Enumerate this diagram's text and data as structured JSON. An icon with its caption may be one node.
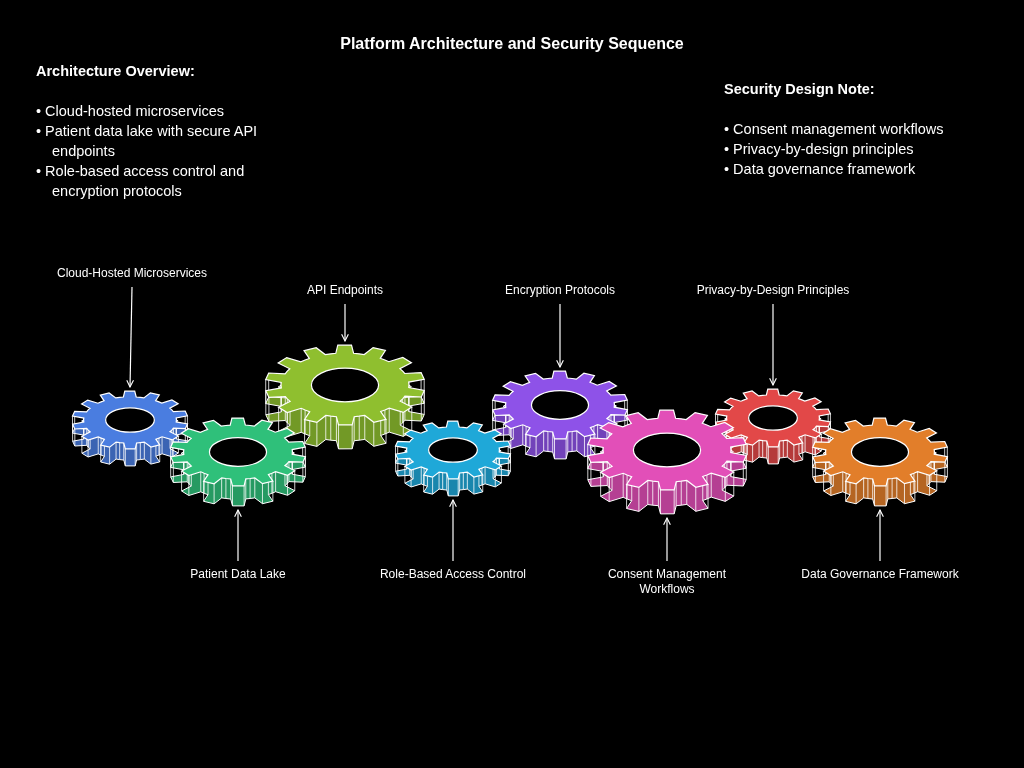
{
  "diagram": {
    "title": "Platform Architecture and Security Sequence",
    "nodes": [
      {
        "text": [
          "Cloud-Hosted Microservices"
        ]
      },
      {
        "text": [
          "API Endpoints"
        ]
      },
      {
        "text": [
          "Encryption Protocols"
        ]
      },
      {
        "text": [
          "Privacy-by-Design Principles"
        ]
      },
      {
        "text": [
          "Patient Data Lake"
        ]
      },
      {
        "text": [
          "Role-Based Access Control"
        ]
      },
      {
        "text": [
          "Consent Management Workflows"
        ]
      },
      {
        "text": [
          "Data Governance Framework"
        ]
      },
      {
        "text": [],
        "shape": "gear"
      },
      {
        "text": [],
        "shape": "gear"
      },
      {
        "text": [],
        "shape": "gear"
      },
      {
        "text": [],
        "shape": "gear"
      },
      {
        "text": [],
        "shape": "gear"
      },
      {
        "text": [],
        "shape": "gear"
      },
      {
        "text": [],
        "shape": "gear"
      },
      {
        "text": [],
        "shape": "gear"
      }
    ],
    "edges": [
      {
        "from": 0,
        "to": 8,
        "arrow": "to"
      },
      {
        "from": 4,
        "to": 9,
        "arrow": "to"
      },
      {
        "from": 1,
        "to": 10,
        "arrow": "to"
      },
      {
        "from": 5,
        "to": 11,
        "arrow": "to"
      },
      {
        "from": 2,
        "to": 12,
        "arrow": "to"
      },
      {
        "from": 6,
        "to": 13,
        "arrow": "to"
      },
      {
        "from": 3,
        "to": 14,
        "arrow": "to"
      },
      {
        "from": 7,
        "to": 15,
        "arrow": "to"
      }
    ],
    "labels": [
      "Architecture Overview:",
      "• Cloud-hosted microservices",
      "• Patient data lake with secure API endpoints",
      "• Role-based access control and encryption protocols",
      "Security Design Note:",
      "• Consent management workflows",
      "• Privacy-by-design principles",
      "• Data governance framework"
    ]
  }
}
